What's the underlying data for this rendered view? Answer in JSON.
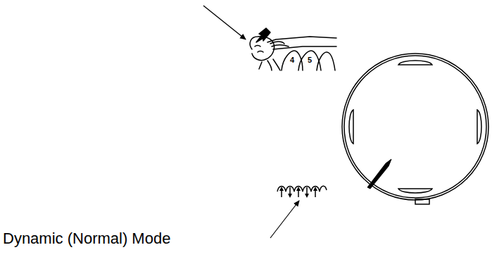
{
  "diagram": {
    "labels": [
      "4",
      "5",
      "Dynamic (Normal) Mode"
    ]
  }
}
